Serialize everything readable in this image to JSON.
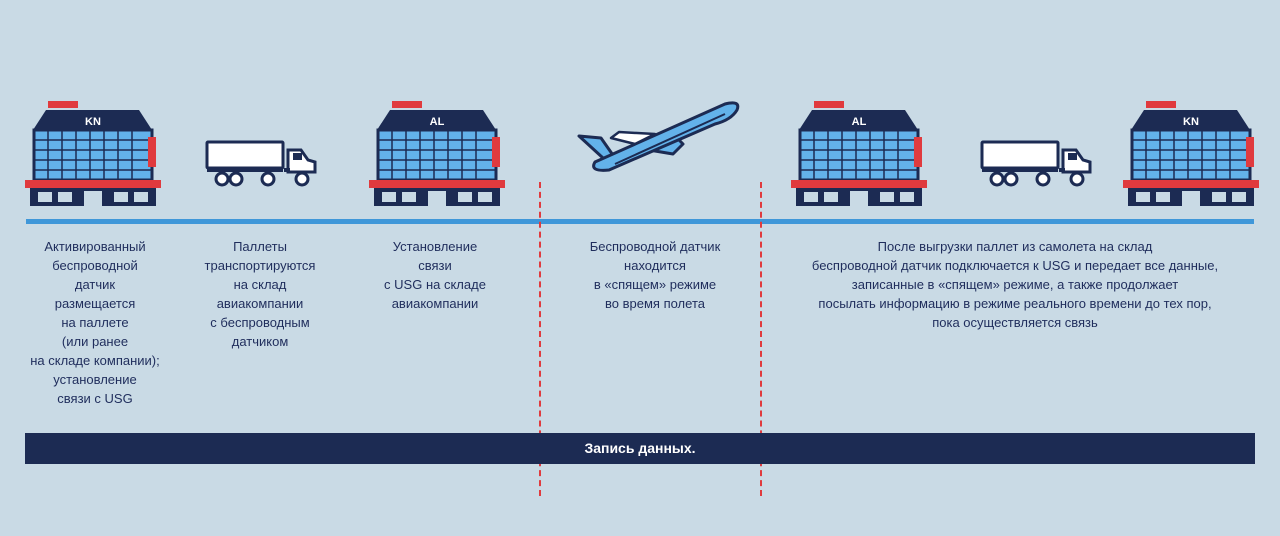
{
  "buildings": [
    {
      "code": "KN"
    },
    {
      "code": "AL"
    },
    {
      "code": "AL"
    },
    {
      "code": "KN"
    }
  ],
  "captions": [
    "Активированный\nбеспроводной\nдатчик\nразмещается\nна паллете\n(или ранее\nна складе компании);\nустановление\nсвязи с USG",
    "Паллеты\nтранспортируются\nна склад\nавиакомпании\nс беспроводным\nдатчиком",
    "Установление\nсвязи\nс USG на складе\nавиакомпании",
    "Беспроводной датчик\nнаходится\nв «спящем» режиме\nво время полета",
    "После выгрузки паллет из самолета на склад\nбеспроводной датчик подключается к USG и передает все данные,\nзаписанные в «спящем» режиме, а также продолжает\nпосылать информацию в режиме реального времени до тех пор,\nпока осуществляется связь"
  ],
  "footer_bar": "Запись данных.",
  "colors": {
    "background": "#c9dae5",
    "navy": "#1c2b53",
    "accent_red": "#e03a3e",
    "window_blue": "#63b2ea",
    "timeline_blue": "#3f97d9"
  }
}
